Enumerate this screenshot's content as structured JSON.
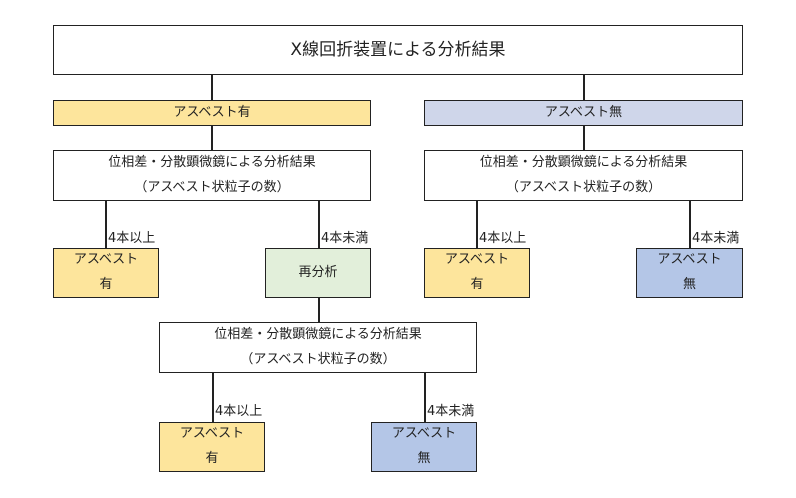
{
  "title": "X線回折装置による分析結果",
  "branch_yes": "アスベスト有",
  "branch_no": "アスベスト無",
  "analysis_line1": "位相差・分散顕微鏡による分析結果",
  "analysis_line2": "（アスベスト状粒子の数）",
  "cond_ge4": "4本以上",
  "cond_lt4": "4本未満",
  "reanalysis": "再分析",
  "result_asbestos": "アスベスト",
  "result_present": "有",
  "result_absent": "無",
  "colors": {
    "yellow": "#fde59c",
    "blue": "#b4c6e7",
    "green": "#e2efda",
    "bluebar": "#cfd6ea"
  }
}
